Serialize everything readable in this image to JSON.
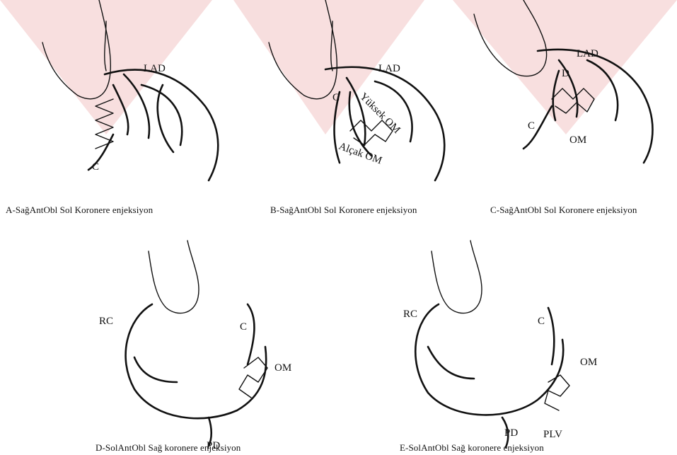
{
  "figure": {
    "watermark_color": "#f2c4c4",
    "panels": [
      {
        "id": "A",
        "caption": "A-SağAntObl Sol Koronere enjeksiyon",
        "labels": [
          "LAD",
          "C"
        ]
      },
      {
        "id": "B",
        "caption": "B-SağAntObl Sol Koronere enjeksiyon",
        "labels": [
          "LAD",
          "C",
          "Yüksek OM",
          "Alçak OM"
        ]
      },
      {
        "id": "C",
        "caption": "C-SağAntObl Sol Koronere enjeksiyon",
        "labels": [
          "LAD",
          "D",
          "C",
          "OM"
        ]
      },
      {
        "id": "D",
        "caption": "D-SolAntObl Sağ koronere enjeksiyon",
        "labels": [
          "RC",
          "C",
          "OM",
          "PD"
        ]
      },
      {
        "id": "E",
        "caption": "E-SolAntObl Sağ koronere enjeksiyon",
        "labels": [
          "RC",
          "C",
          "OM",
          "PD",
          "PLV"
        ]
      }
    ]
  }
}
